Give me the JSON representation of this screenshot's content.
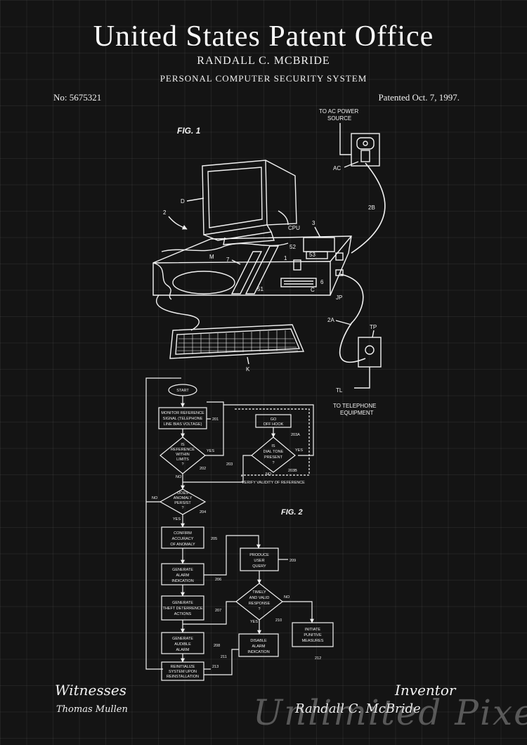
{
  "poster": {
    "title": "United States Patent Office",
    "inventor": "RANDALL C. MCBRIDE",
    "subtitle": "PERSONAL COMPUTER SECURITY SYSTEM",
    "patent_no": "No: 5675321",
    "patent_date": "Patented Oct. 7, 1997."
  },
  "fig1": {
    "label": "FIG. 1",
    "ac_power_1": "TO AC POWER",
    "ac_power_2": "SOURCE",
    "ac": "AC",
    "ref_2b": "2B",
    "ref_d": "D",
    "ref_2": "2",
    "ref_cpu": "CPU",
    "ref_3": "3",
    "ref_52": "52",
    "ref_53": "53",
    "ref_m": "M",
    "ref_7": "7",
    "ref_1": "1",
    "ref_51": "51",
    "ref_c": "C",
    "ref_6": "6",
    "ref_jp": "JP",
    "ref_2a": "2A",
    "ref_tp": "TP",
    "ref_k": "K",
    "ref_tl": "TL",
    "tel_1": "TO TELEPHONE",
    "tel_2": "EQUIPMENT"
  },
  "fig2": {
    "label": "FIG. 2",
    "start": "START",
    "b201_1": "MONITOR REFERENCE",
    "b201_2": "SIGNAL (TELEPHONE",
    "b201_3": "LINE BIAS VOLTAGE)",
    "r201": "201",
    "d202_1": "IS",
    "d202_2": "REFERENCE",
    "d202_3": "WITHIN",
    "d202_4": "LIMITS",
    "d202_5": "?",
    "r202": "202",
    "yes": "YES",
    "no": "NO",
    "r203": "203",
    "b203a_1": "GO",
    "b203a_2": "OFF HOOK",
    "r203a": "203A",
    "d203b_1": "IS",
    "d203b_2": "DIAL TONE",
    "d203b_3": "PRESENT",
    "d203b_4": "?",
    "r203b": "203B",
    "verify": "VERIFY VALIDITY OF REFERENCE",
    "d204_1": "DOES",
    "d204_2": "ANOMALY",
    "d204_3": "PERSIST",
    "d204_4": "?",
    "r204": "204",
    "b205_1": "CONFIRM",
    "b205_2": "ACCURACY",
    "b205_3": "OF ANOMALY",
    "r205": "205",
    "b206_1": "GENERATE",
    "b206_2": "ALARM",
    "b206_3": "INDICATION",
    "r206": "206",
    "b207_1": "GENERATE",
    "b207_2": "THEFT DETERRENCE",
    "b207_3": "ACTIONS",
    "r207": "207",
    "b208_1": "GENERATE",
    "b208_2": "AUDIBLE",
    "b208_3": "ALARM",
    "r208": "208",
    "b213_1": "REINITIALIZE",
    "b213_2": "SYSTEM UPON",
    "b213_3": "REINSTALLATION",
    "r213": "213",
    "b209_1": "PRODUCE",
    "b209_2": "USER",
    "b209_3": "QUERY",
    "r209": "209",
    "d210_1": "TIMELY",
    "d210_2": "AND VALID",
    "d210_3": "RESPONSE",
    "d210_4": "?",
    "r210": "210",
    "b211_1": "DISABLE",
    "b211_2": "ALARM",
    "b211_3": "INDICATION",
    "r211": "211",
    "b212_1": "INITIATE",
    "b212_2": "PUNITIVE",
    "b212_3": "MEASURES",
    "r212": "212"
  },
  "signatures": {
    "witnesses_heading": "Witnesses",
    "witness_name": "Thomas Mullen",
    "inventor_heading": "Inventor",
    "inventor_signature": "Randall C. McBride"
  },
  "watermark": "Unlimited Pixel"
}
